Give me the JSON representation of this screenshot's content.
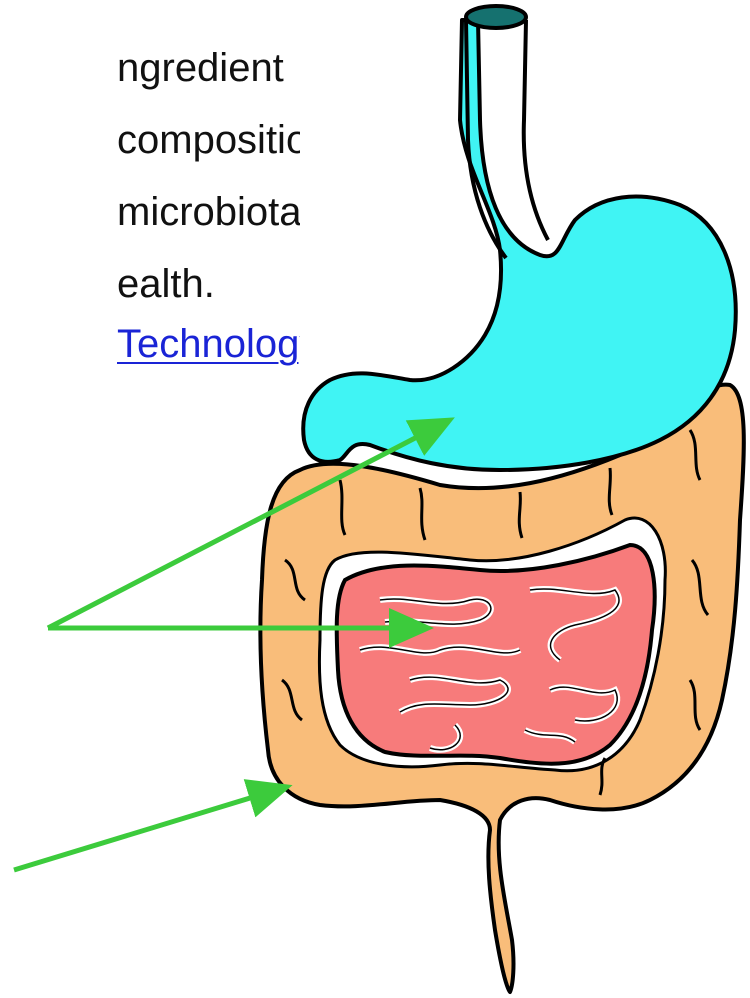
{
  "text_lines": [
    "ngredient",
    "composition",
    "microbiota,",
    "ealth."
  ],
  "link_text": "Technology",
  "colors": {
    "stomach": "#40f4f4",
    "colon": "#f9bd7a",
    "small_intestine": "#f77b7b",
    "arrows": "#3ccb3c",
    "link": "#1a24d6",
    "outline": "#000000"
  },
  "icons": {
    "esophagus": "esophagus-icon",
    "stomach": "stomach-icon",
    "large_intestine": "large-intestine-icon",
    "small_intestine": "small-intestine-icon"
  }
}
